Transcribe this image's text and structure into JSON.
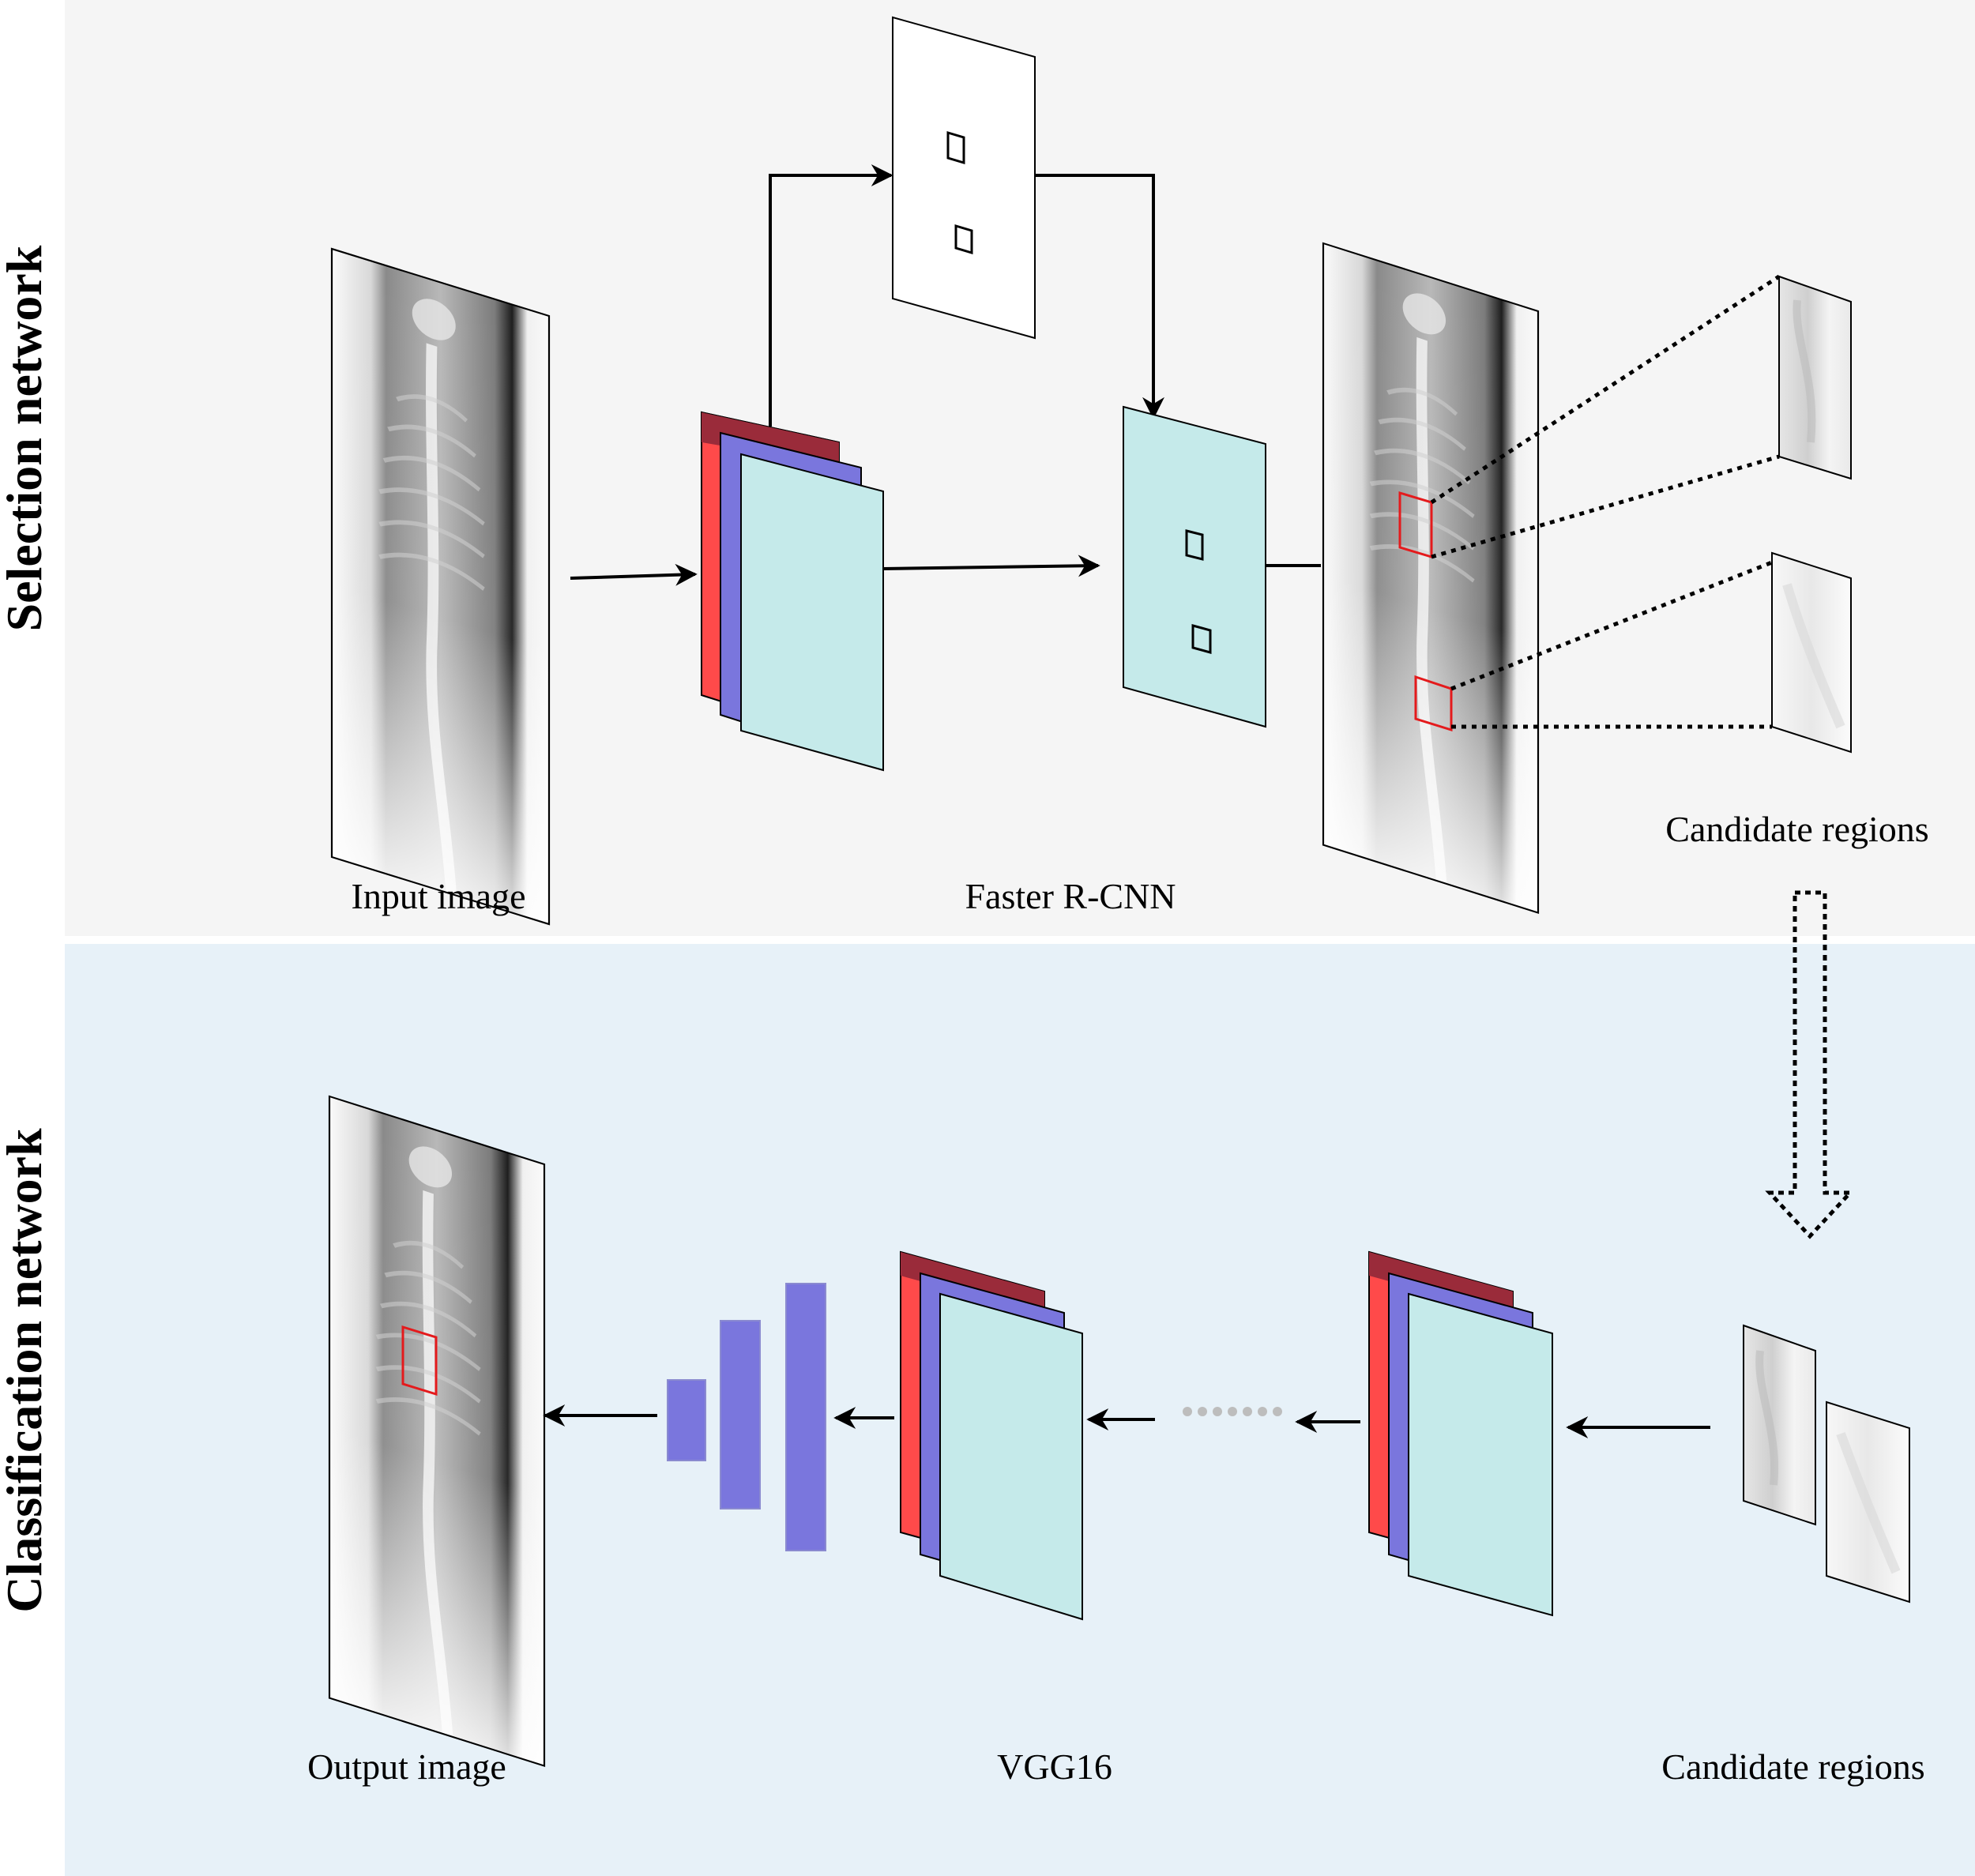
{
  "sections": {
    "selection": {
      "title": "Selection network",
      "bg": "#f5f5f5"
    },
    "classification": {
      "title": "Classification network",
      "bg": "#e7f1f8"
    }
  },
  "labels": {
    "input_image": "Input image",
    "faster_rcnn": "Faster R-CNN",
    "candidate_regions_top": "Candidate regions",
    "output_image": "Output image",
    "vgg16": "VGG16",
    "candidate_regions_bottom": "Candidate regions"
  },
  "colors": {
    "layer_red": "#ff4a4a",
    "layer_red_dark": "#9a2b3a",
    "layer_purple": "#7a76dd",
    "layer_cyan": "#c5eaea",
    "highlight_red": "#e41a1c",
    "arrow": "#000000"
  },
  "icons": {
    "dotted_flow_arrow": "hollow-down-arrow",
    "ellipsis": "dotted-ellipsis"
  }
}
